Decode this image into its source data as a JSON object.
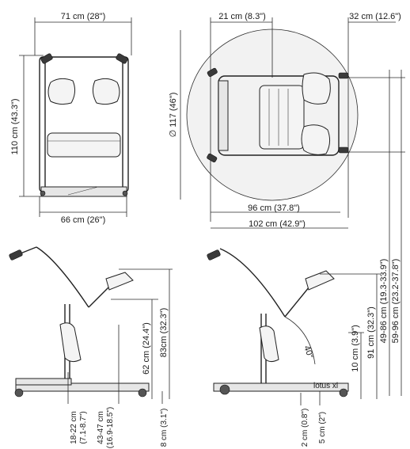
{
  "top_view": {
    "width_top": "71 cm (28\")",
    "length": "110 cm (43.3\")",
    "width_bottom": "66 cm (26\")"
  },
  "circle_view": {
    "left_offset": "21 cm (8.3\")",
    "right_offset": "32 cm (12.6\")",
    "diameter": "∅ 117 (46\")",
    "inner_length": "96 cm (37.8\")",
    "outer_length": "102 cm (42.9\")",
    "height_a": "49-86 cm (19.3-33.9\")",
    "height_b": "59-96 cm (23.2-37.8\")"
  },
  "side_left": {
    "height_62": "62 cm (24.4\")",
    "height_83": "83cm (32.3\")",
    "dim_18_22": "18-22 cm",
    "dim_18_22_in": "(7.1-8.7\")",
    "dim_43_47": "43-47 cm",
    "dim_43_47_in": "(16.9-18.5\")",
    "dim_8": "8 cm (3.1\")"
  },
  "side_right": {
    "angle": "40°",
    "height_10": "10 cm (3.9\")",
    "height_91": "91 cm (32.3\")",
    "dim_2": "2 cm (0.8\")",
    "dim_5": "5 cm (2\")",
    "brand": "lotus xl"
  },
  "colors": {
    "ink": "#1a1a1a",
    "frame_fill": "#e6e6e6",
    "pad_fill": "#f4f4f4",
    "handle": "#3a3a3a"
  }
}
